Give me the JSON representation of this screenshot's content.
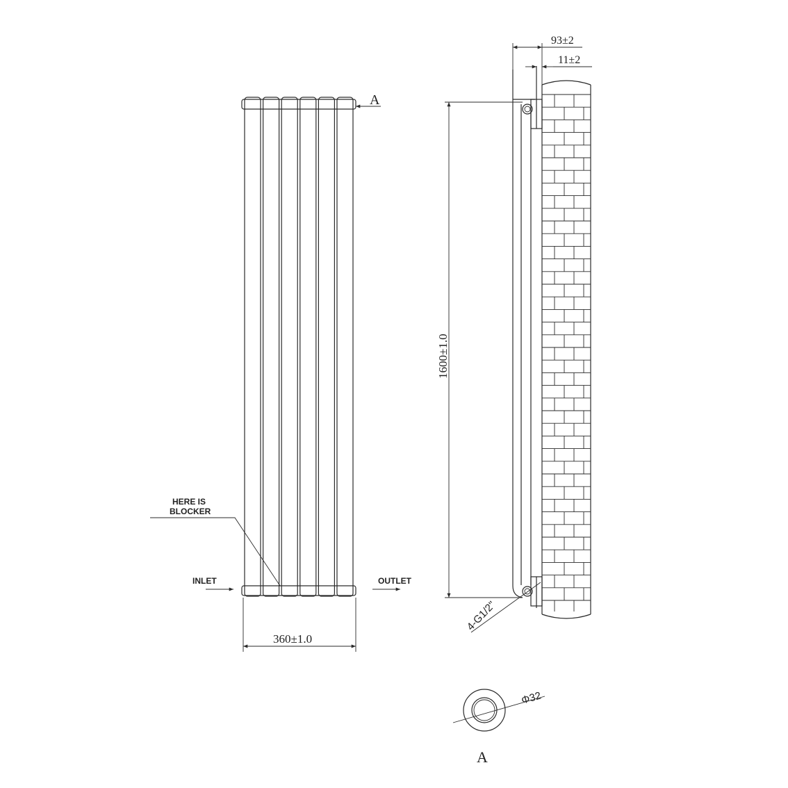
{
  "front_view": {
    "panel_count": 6,
    "section_label": "A",
    "width_dim": "360±1.0",
    "inlet_label": "INLET",
    "outlet_label": "OUTLET",
    "blocker_label_line1": "HERE IS",
    "blocker_label_line2": "BLOCKER"
  },
  "side_view": {
    "height_dim": "1600±1.0",
    "depth_dim": "93±2",
    "wall_gap_dim": "11±2",
    "connection_label": "4-G1/2\""
  },
  "detail_view": {
    "diameter_label": "Φ32",
    "section_label": "A"
  },
  "icons": {
    "wall": "brick-wall-icon",
    "arrow": "arrow-right-icon"
  }
}
